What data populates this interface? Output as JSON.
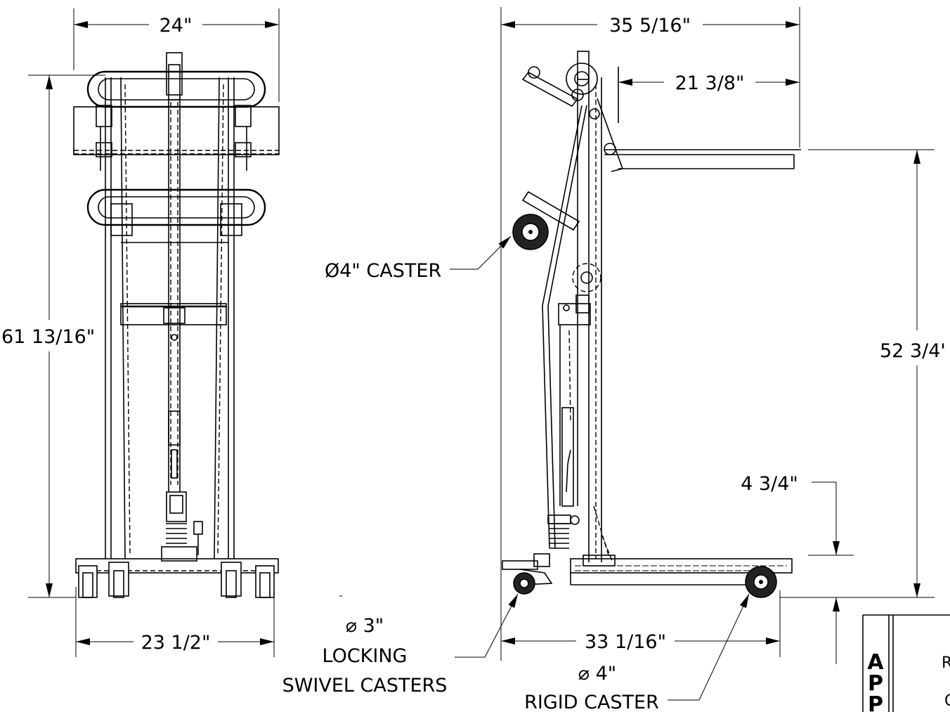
{
  "dimensions": {
    "front_width_top": "24\"",
    "front_height": "61 13/16\"",
    "front_width_bottom": "23 1/2\"",
    "side_overall_length": "35 5/16\"",
    "side_platform_length": "21 3/8\"",
    "side_lift_height": "52 3/4'",
    "side_lowered_height": "4 3/4\"",
    "side_base_length": "33 1/16\""
  },
  "callouts": {
    "caster_4": "Ø4\" CASTER",
    "locking_swivel_diameter": "⌀ 3\"",
    "locking_swivel_line1": "LOCKING",
    "locking_swivel_line2": "SWIVEL CASTERS",
    "rigid_diameter": "⌀ 4\"",
    "rigid_label": "RIGID CASTER"
  },
  "title_block": {
    "letters": [
      "A",
      "P",
      "P"
    ],
    "row1": "R",
    "row2": "C"
  }
}
